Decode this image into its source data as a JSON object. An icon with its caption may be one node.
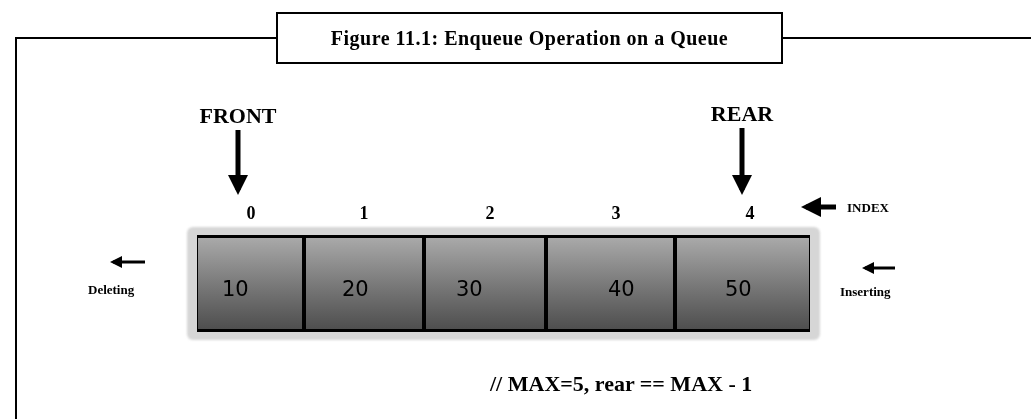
{
  "diagram": {
    "title": "Figure 11.1: Enqueue Operation on a Queue",
    "nodes": [
      {
        "text": [
          "FRONT"
        ]
      },
      {
        "text": [
          "REAR"
        ]
      },
      {
        "text": [
          "0"
        ]
      },
      {
        "text": [
          "1"
        ]
      },
      {
        "text": [
          "2"
        ]
      },
      {
        "text": [
          "3"
        ]
      },
      {
        "text": [
          "4"
        ]
      },
      {
        "text": [
          "INDEX"
        ]
      },
      {
        "text": [
          "10"
        ]
      },
      {
        "text": [
          "20"
        ]
      },
      {
        "text": [
          "30"
        ]
      },
      {
        "text": [
          "40"
        ]
      },
      {
        "text": [
          "50"
        ]
      }
    ],
    "edges": [
      {
        "from": 0,
        "to": 2,
        "arrow": "to"
      },
      {
        "from": 1,
        "to": 6,
        "arrow": "to"
      },
      {
        "from": 7,
        "to": null,
        "arrow": "to"
      }
    ],
    "labels": [
      "Deleting",
      "Inserting",
      "// MAX=5, rear == MAX - 1"
    ]
  }
}
